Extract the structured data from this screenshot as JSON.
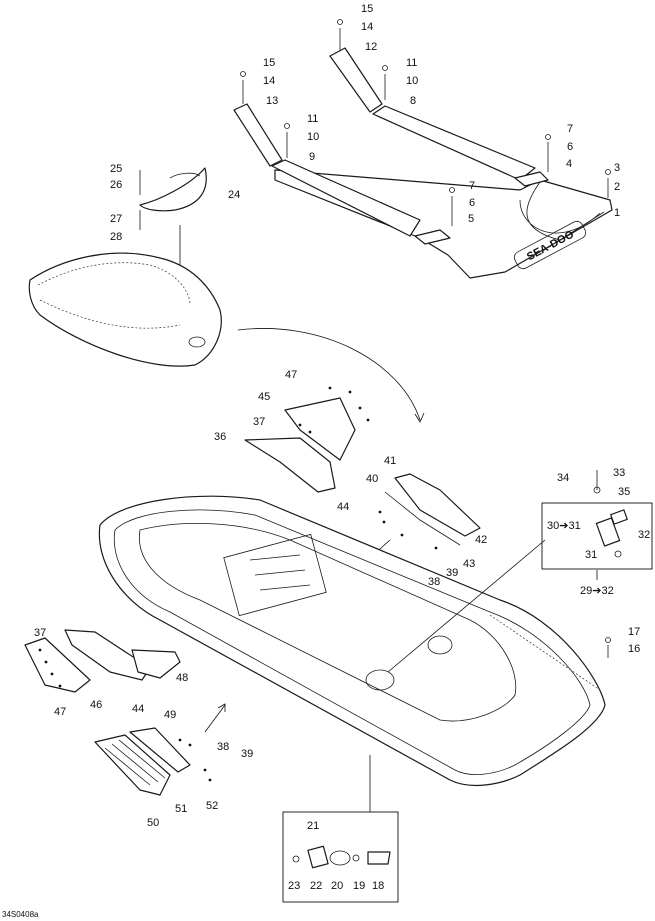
{
  "figure_id": "34S0408a",
  "labels": {
    "c1": "1",
    "c2": "2",
    "c3": "3",
    "c4": "4",
    "c5": "5",
    "c6a": "6",
    "c6b": "6",
    "c7a": "7",
    "c7b": "7",
    "c8": "8",
    "c9": "9",
    "c10a": "10",
    "c10b": "10",
    "c11a": "11",
    "c11b": "11",
    "c12": "12",
    "c13": "13",
    "c14a": "14",
    "c14b": "14",
    "c15a": "15",
    "c15b": "15",
    "c16": "16",
    "c17": "17",
    "c18": "18",
    "c19": "19",
    "c20": "20",
    "c21": "21",
    "c22": "22",
    "c23": "23",
    "c24": "24",
    "c25": "25",
    "c26": "26",
    "c27": "27",
    "c28": "28",
    "c29": "29➔32",
    "c30": "30➔31",
    "c31": "31",
    "c32": "32",
    "c33": "33",
    "c34": "34",
    "c35": "35",
    "c36": "36",
    "c37a": "37",
    "c37b": "37",
    "c38a": "38",
    "c38b": "38",
    "c39a": "39",
    "c39b": "39",
    "c40": "40",
    "c41": "41",
    "c42": "42",
    "c43": "43",
    "c44a": "44",
    "c44b": "44",
    "c45": "45",
    "c46": "46",
    "c47a": "47",
    "c47b": "47",
    "c48": "48",
    "c49": "49",
    "c50": "50",
    "c51": "51",
    "c52": "52"
  },
  "mat_logo": "SEA-DOO"
}
